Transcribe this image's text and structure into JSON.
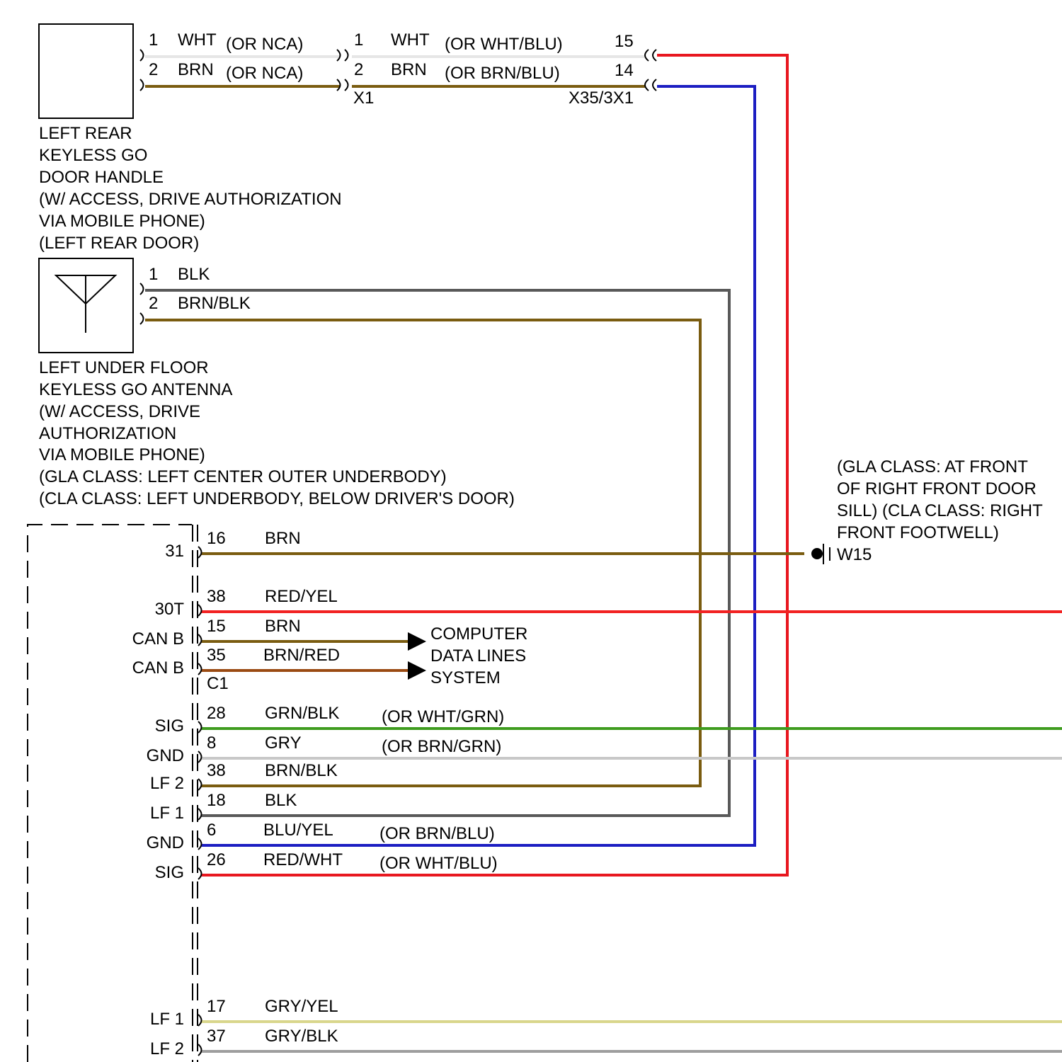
{
  "colors": {
    "wht": "#e6e6e6",
    "brn": "#7a5c10",
    "red": "#e8171f",
    "blu": "#1c1ec2",
    "blk": "#595959",
    "red_yel": "#f22222",
    "brn_red": "#9a4a12",
    "grn": "#3f9c1f",
    "gry": "#c8c8c8",
    "gry_yel": "#d9d68c",
    "gry_blk": "#9e9e9e"
  },
  "left_rear_handle": {
    "label_lines": [
      "LEFT REAR",
      "KEYLESS GO",
      "DOOR HANDLE",
      "(W/ ACCESS, DRIVE AUTHORIZATION",
      "VIA MOBILE PHONE)",
      "(LEFT REAR DOOR)"
    ],
    "pins": [
      {
        "pin": "1",
        "color": "WHT",
        "alt": "(OR NCA)"
      },
      {
        "pin": "2",
        "color": "BRN",
        "alt": "(OR NCA)"
      }
    ]
  },
  "connector_x1": {
    "name": "X1",
    "pins": [
      {
        "pin": "1",
        "color": "WHT",
        "alt": "(OR WHT/BLU)"
      },
      {
        "pin": "2",
        "color": "BRN",
        "alt": "(OR BRN/BLU)"
      }
    ]
  },
  "connector_x35": {
    "name": "X35/3X1",
    "pins": [
      "15",
      "14"
    ]
  },
  "antenna": {
    "label_lines": [
      "LEFT UNDER FLOOR",
      "KEYLESS GO ANTENNA",
      "(W/ ACCESS, DRIVE",
      "AUTHORIZATION",
      "VIA MOBILE PHONE)",
      "(GLA CLASS: LEFT CENTER OUTER UNDERBODY)",
      "(CLA CLASS: LEFT UNDERBODY, BELOW DRIVER'S DOOR)"
    ],
    "pins": [
      {
        "pin": "1",
        "color": "BLK"
      },
      {
        "pin": "2",
        "color": "BRN/BLK"
      }
    ]
  },
  "ground": {
    "name": "W15",
    "location_lines": [
      "(GLA CLASS: AT FRONT",
      "OF RIGHT FRONT DOOR",
      "SILL) (CLA CLASS: RIGHT",
      "FRONT FOOTWELL)"
    ]
  },
  "data_lines": {
    "label_lines": [
      "COMPUTER",
      "DATA LINES",
      "SYSTEM"
    ]
  },
  "module": {
    "connector": "C1",
    "pins": [
      {
        "term": "31",
        "pin": "16",
        "color": "BRN",
        "alt": ""
      },
      {
        "term": "30T",
        "pin": "38",
        "color": "RED/YEL",
        "alt": ""
      },
      {
        "term": "CAN B",
        "pin": "15",
        "color": "BRN",
        "alt": ""
      },
      {
        "term": "CAN B",
        "pin": "35",
        "color": "BRN/RED",
        "alt": ""
      },
      {
        "term": "SIG",
        "pin": "28",
        "color": "GRN/BLK",
        "alt": "(OR WHT/GRN)"
      },
      {
        "term": "GND",
        "pin": "8",
        "color": "GRY",
        "alt": "(OR BRN/GRN)"
      },
      {
        "term": "LF 2",
        "pin": "38",
        "color": "BRN/BLK",
        "alt": ""
      },
      {
        "term": "LF 1",
        "pin": "18",
        "color": "BLK",
        "alt": ""
      },
      {
        "term": "GND",
        "pin": "6",
        "color": "BLU/YEL",
        "alt": "(OR BRN/BLU)"
      },
      {
        "term": "SIG",
        "pin": "26",
        "color": "RED/WHT",
        "alt": "(OR WHT/BLU)"
      },
      {
        "term": "LF 1",
        "pin": "17",
        "color": "GRY/YEL",
        "alt": ""
      },
      {
        "term": "LF 2",
        "pin": "37",
        "color": "GRY/BLK",
        "alt": ""
      }
    ]
  }
}
